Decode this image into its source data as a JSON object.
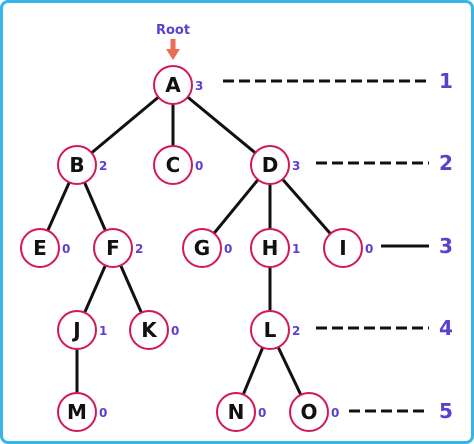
{
  "root_label": "Root",
  "colors": {
    "border": "#36b6e6",
    "node_outline": "#d2185a",
    "degree_text": "#5b3fd1",
    "root_arrow": "#ee6c54",
    "edges": "#111111"
  },
  "nodes": [
    {
      "id": "A",
      "letter": "A",
      "degree": "3"
    },
    {
      "id": "B",
      "letter": "B",
      "degree": "2"
    },
    {
      "id": "C",
      "letter": "C",
      "degree": "0"
    },
    {
      "id": "D",
      "letter": "D",
      "degree": "3"
    },
    {
      "id": "E",
      "letter": "E",
      "degree": "0"
    },
    {
      "id": "F",
      "letter": "F",
      "degree": "2"
    },
    {
      "id": "G",
      "letter": "G",
      "degree": "0"
    },
    {
      "id": "H",
      "letter": "H",
      "degree": "1"
    },
    {
      "id": "I",
      "letter": "I",
      "degree": "0"
    },
    {
      "id": "J",
      "letter": "J",
      "degree": "1"
    },
    {
      "id": "K",
      "letter": "K",
      "degree": "0"
    },
    {
      "id": "L",
      "letter": "L",
      "degree": "2"
    },
    {
      "id": "M",
      "letter": "M",
      "degree": "0"
    },
    {
      "id": "N",
      "letter": "N",
      "degree": "0"
    },
    {
      "id": "O",
      "letter": "O",
      "degree": "0"
    }
  ],
  "edges": [
    [
      "A",
      "B"
    ],
    [
      "A",
      "C"
    ],
    [
      "A",
      "D"
    ],
    [
      "B",
      "E"
    ],
    [
      "B",
      "F"
    ],
    [
      "D",
      "G"
    ],
    [
      "D",
      "H"
    ],
    [
      "D",
      "I"
    ],
    [
      "F",
      "J"
    ],
    [
      "F",
      "K"
    ],
    [
      "H",
      "L"
    ],
    [
      "J",
      "M"
    ],
    [
      "L",
      "N"
    ],
    [
      "L",
      "O"
    ]
  ],
  "levels": [
    {
      "label": "1",
      "line_style": "dashed"
    },
    {
      "label": "2",
      "line_style": "dashed"
    },
    {
      "label": "3",
      "line_style": "solid"
    },
    {
      "label": "4",
      "line_style": "dashed"
    },
    {
      "label": "5",
      "line_style": "dashed"
    }
  ]
}
